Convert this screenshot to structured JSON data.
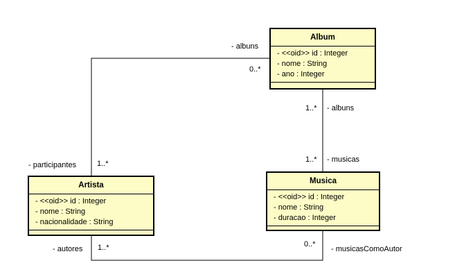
{
  "classes": {
    "album": {
      "name": "Album",
      "attributes": [
        "- <<oid>> id : Integer",
        "- nome : String",
        "- ano : Integer"
      ]
    },
    "artista": {
      "name": "Artista",
      "attributes": [
        "- <<oid>> id : Integer",
        "- nome : String",
        "- nacionalidade : String"
      ]
    },
    "musica": {
      "name": "Musica",
      "attributes": [
        "- <<oid>> id : Integer",
        "- nome : String",
        "- duracao : Integer"
      ]
    }
  },
  "associations": {
    "album_artista": {
      "album_role": "- albuns",
      "album_mult": "0..*",
      "artista_role": "- participantes",
      "artista_mult": "1..*"
    },
    "album_musica": {
      "album_role": "- albuns",
      "album_mult": "1..*",
      "musica_role": "- musicas",
      "musica_mult": "1..*"
    },
    "artista_musica": {
      "artista_role": "- autores",
      "artista_mult": "1..*",
      "musica_role": "- musicasComoAutor",
      "musica_mult": "0..*"
    }
  },
  "colors": {
    "class_fill": "#fdfcc6",
    "line": "#000000"
  }
}
